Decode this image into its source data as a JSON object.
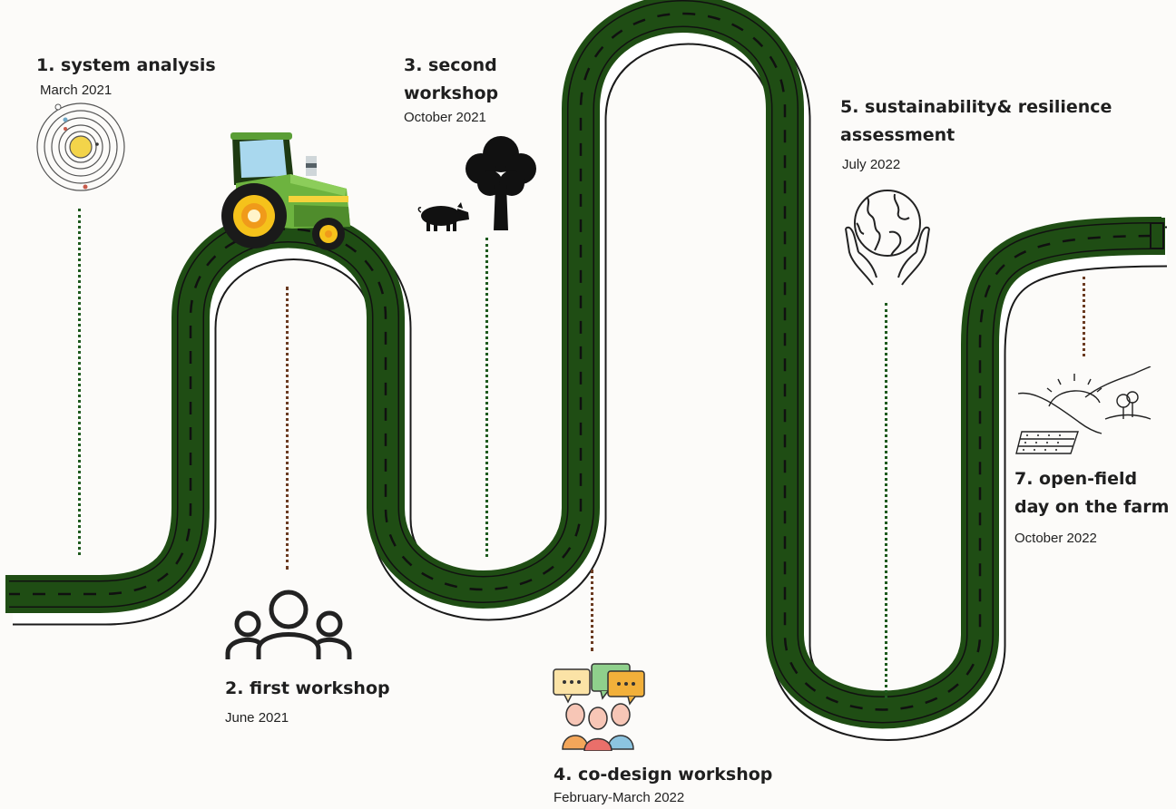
{
  "stages": [
    {
      "title": "1. system analysis",
      "date": "March 2021"
    },
    {
      "title": "2. first workshop",
      "date": "June 2021"
    },
    {
      "title_line1": "3. second",
      "title_line2": "workshop",
      "date": "October 2021"
    },
    {
      "title": "4. co-design workshop",
      "date": "February-March 2022"
    },
    {
      "title_line1": "5. sustainability& resilience",
      "title_line2": "assessment",
      "date": "July 2022"
    },
    {
      "title_line1": "7. open-field",
      "title_line2": "day on the farm",
      "date": "October 2022"
    }
  ],
  "icons": {
    "stage1": "solar-system-icon",
    "stage2": "group-of-people-icon",
    "stage3": [
      "pig-icon",
      "tree-icon"
    ],
    "stage4": "discussion-people-icon",
    "stage5": "earth-in-hands-icon",
    "stage7": "landscape-field-sunrise-icon",
    "vehicle": "tractor-icon"
  },
  "colors": {
    "road": "#1f4d14",
    "road_dash": "#101010",
    "leader_green": "#1e5a1e",
    "leader_brown": "#6b3b22",
    "tractor_body": "#6db33f",
    "tractor_wheel": "#f5c21b",
    "background": "#fcfbf9"
  }
}
